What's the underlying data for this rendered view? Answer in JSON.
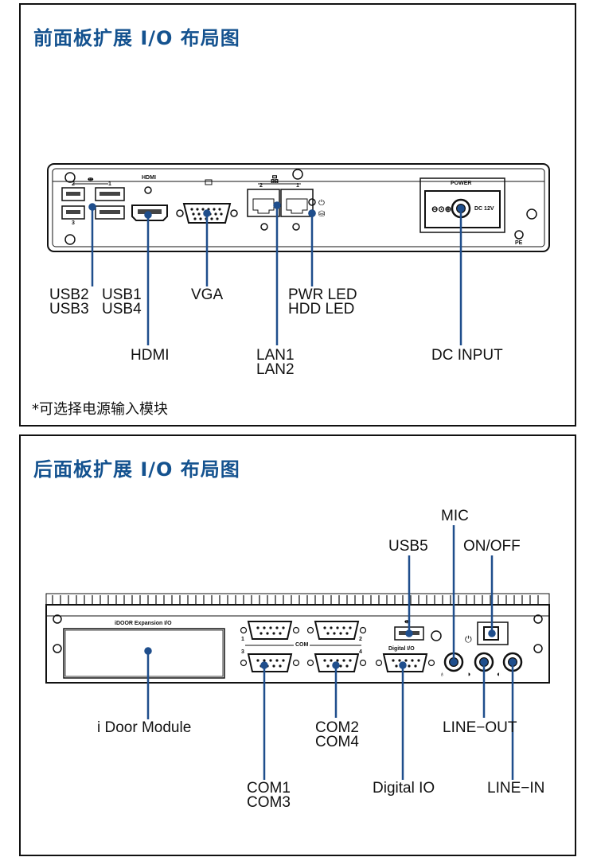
{
  "front": {
    "title": "前面板扩展 I/O 布局图",
    "note": "*可选择电源输入模块",
    "device": {
      "hdmi_mark": "HDMI",
      "power_mark": "POWER",
      "dc_mark": "DC 12V",
      "pe_mark": "PE",
      "usb_num_2": "2",
      "usb_num_1": "1",
      "usb_num_3": "3",
      "lan_num_2": "2",
      "lan_num_1": "1"
    },
    "labels": {
      "usb2": "USB2",
      "usb3": "USB3",
      "usb1": "USB1",
      "usb4": "USB4",
      "vga": "VGA",
      "pwr_led": "PWR LED",
      "hdd_led": "HDD LED",
      "hdmi": "HDMI",
      "lan1": "LAN1",
      "lan2": "LAN2",
      "dc_input": "DC INPUT"
    }
  },
  "rear": {
    "title": "后面板扩展 I/O 布局图",
    "device": {
      "expansion_mark": "iDOOR Expansion I/O",
      "com_mark": "COM",
      "digital_mark": "Digital I/O",
      "com_num_1": "1",
      "com_num_2": "2",
      "com_num_3": "3",
      "com_num_4": "4"
    },
    "labels": {
      "mic": "MIC",
      "usb5": "USB5",
      "on_off": "ON/OFF",
      "idoor": "i Door Module",
      "com2": "COM2",
      "com4": "COM4",
      "line_out": "LINE−OUT",
      "com1": "COM1",
      "com3": "COM3",
      "digital_io": "Digital IO",
      "line_in": "LINE−IN"
    }
  },
  "colors": {
    "title": "#14528f",
    "leader": "#1f4e8c",
    "outline": "#111111"
  }
}
